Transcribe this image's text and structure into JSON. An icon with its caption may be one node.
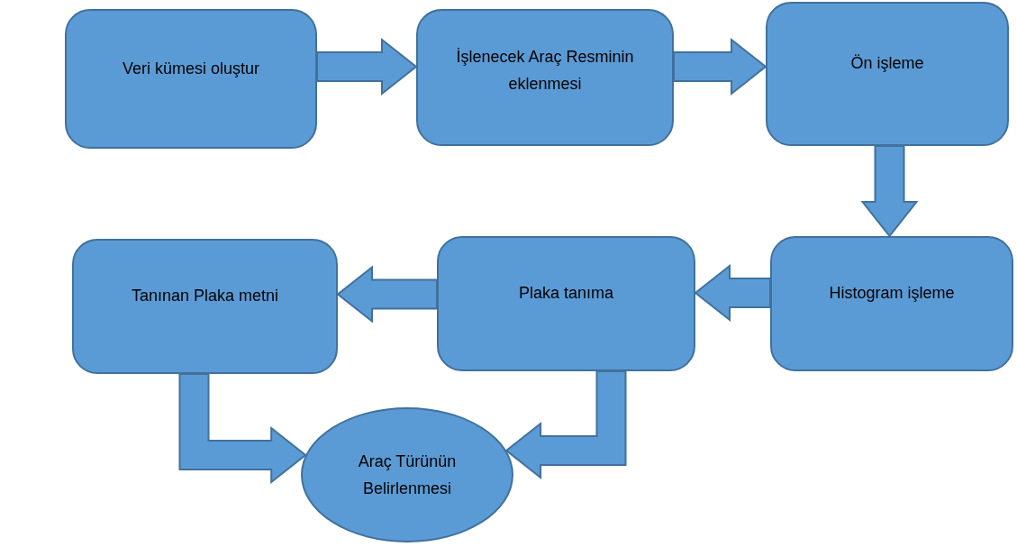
{
  "diagram": {
    "nodes": [
      {
        "text": [
          "Veri kümesi oluştur"
        ]
      },
      {
        "text": [
          "İşlenecek Araç Resminin eklenmesi"
        ]
      },
      {
        "text": [
          "Ön işleme"
        ]
      },
      {
        "text": [
          "Histogram işleme"
        ]
      },
      {
        "text": [
          "Plaka tanıma"
        ]
      },
      {
        "text": [
          "Tanınan Plaka metni"
        ]
      },
      {
        "text": [
          "Araç Türünün Belirlenmesi"
        ]
      }
    ],
    "edges": [
      {
        "from": 0,
        "to": 1,
        "arrow": "to"
      },
      {
        "from": 1,
        "to": 2,
        "arrow": "to"
      },
      {
        "from": 2,
        "to": 3,
        "arrow": "to"
      },
      {
        "from": 3,
        "to": 4,
        "arrow": "to"
      },
      {
        "from": 4,
        "to": 5,
        "arrow": "to"
      },
      {
        "from": 5,
        "to": 6,
        "arrow": "to"
      },
      {
        "from": 4,
        "to": 6,
        "arrow": "to"
      }
    ]
  }
}
